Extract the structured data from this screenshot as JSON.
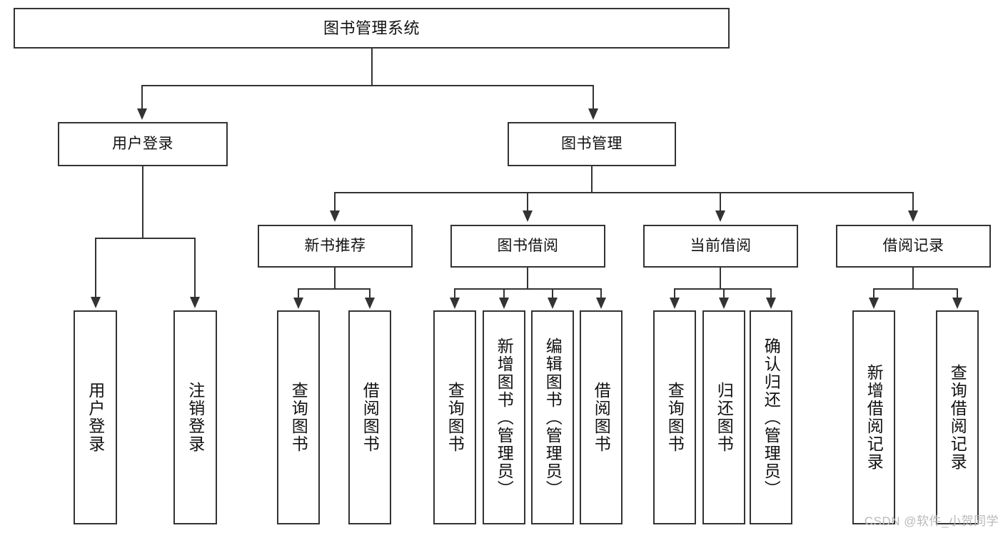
{
  "diagram": {
    "title": "图书管理系统",
    "watermark": "CSDN @软件_小贺同学",
    "colors": {
      "stroke": "#333333",
      "background": "#ffffff",
      "text": "#111111",
      "watermark": "#b9b9b9"
    },
    "level1": [
      {
        "id": "user-login",
        "label": "用户登录"
      },
      {
        "id": "book-management",
        "label": "图书管理"
      }
    ],
    "level2": [
      {
        "id": "new-book-recommend",
        "label": "新书推荐"
      },
      {
        "id": "book-borrow",
        "label": "图书借阅"
      },
      {
        "id": "current-borrow",
        "label": "当前借阅"
      },
      {
        "id": "borrow-record",
        "label": "借阅记录"
      }
    ],
    "leaves": {
      "user_login": [
        {
          "id": "leaf-user-login",
          "label": "用户登录"
        },
        {
          "id": "leaf-logout",
          "label": "注销登录"
        }
      ],
      "new_book_recommend": [
        {
          "id": "leaf-query-book-1",
          "label": "查询图书"
        },
        {
          "id": "leaf-borrow-book-1",
          "label": "借阅图书"
        }
      ],
      "book_borrow": [
        {
          "id": "leaf-query-book-2",
          "label": "查询图书"
        },
        {
          "id": "leaf-add-book",
          "label": "新增图书（管理员）"
        },
        {
          "id": "leaf-edit-book",
          "label": "编辑图书（管理员）"
        },
        {
          "id": "leaf-borrow-book-2",
          "label": "借阅图书"
        }
      ],
      "current_borrow": [
        {
          "id": "leaf-query-book-3",
          "label": "查询图书"
        },
        {
          "id": "leaf-return-book",
          "label": "归还图书"
        },
        {
          "id": "leaf-confirm-return",
          "label": "确认归还（管理员）"
        }
      ],
      "borrow_record": [
        {
          "id": "leaf-add-record",
          "label": "新增借阅记录"
        },
        {
          "id": "leaf-query-record",
          "label": "查询借阅记录"
        }
      ]
    }
  }
}
